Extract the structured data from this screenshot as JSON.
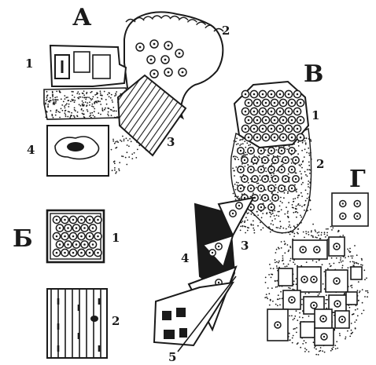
{
  "panels": {
    "A": {
      "letter": "А",
      "labels": [
        "1",
        "2",
        "3",
        "4"
      ]
    },
    "B": {
      "letter": "Б",
      "labels": [
        "1",
        "2"
      ]
    },
    "V": {
      "letter": "В",
      "labels": [
        "1",
        "2",
        "3",
        "4",
        "5"
      ]
    },
    "G": {
      "letter": "Г"
    }
  },
  "colors": {
    "ink": "#1a1a1a",
    "paper": "#ffffff"
  }
}
